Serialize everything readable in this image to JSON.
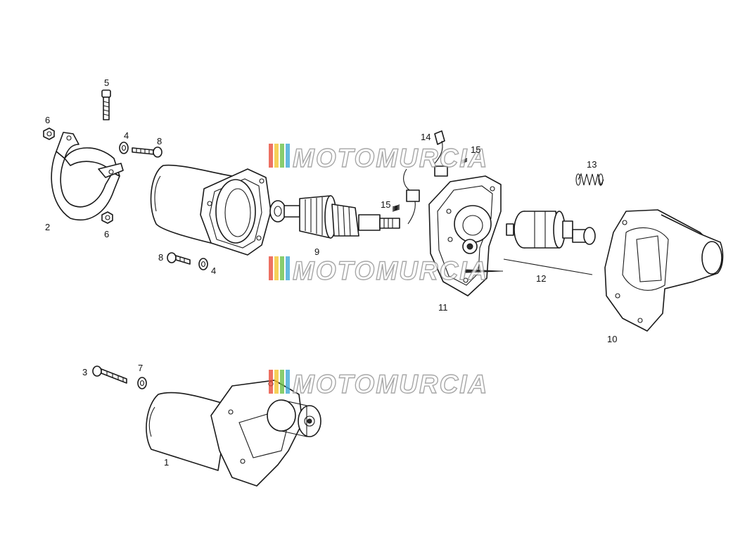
{
  "watermark": {
    "text": "MOTOMURCIA",
    "stripe_colors": [
      "#e84e3c",
      "#f4c430",
      "#6cc04a",
      "#3fa7d6"
    ]
  },
  "callouts": [
    {
      "id": "c1",
      "text": "1"
    },
    {
      "id": "c2",
      "text": "2"
    },
    {
      "id": "c3",
      "text": "3"
    },
    {
      "id": "c4a",
      "text": "4"
    },
    {
      "id": "c4b",
      "text": "4"
    },
    {
      "id": "c5",
      "text": "5"
    },
    {
      "id": "c6a",
      "text": "6"
    },
    {
      "id": "c6b",
      "text": "6"
    },
    {
      "id": "c7",
      "text": "7"
    },
    {
      "id": "c8a",
      "text": "8"
    },
    {
      "id": "c8b",
      "text": "8"
    },
    {
      "id": "c9",
      "text": "9"
    },
    {
      "id": "c10",
      "text": "10"
    },
    {
      "id": "c11",
      "text": "11"
    },
    {
      "id": "c12",
      "text": "12"
    },
    {
      "id": "c13",
      "text": "13"
    },
    {
      "id": "c14",
      "text": "14"
    },
    {
      "id": "c15a",
      "text": "15"
    },
    {
      "id": "c15b",
      "text": "15"
    }
  ]
}
